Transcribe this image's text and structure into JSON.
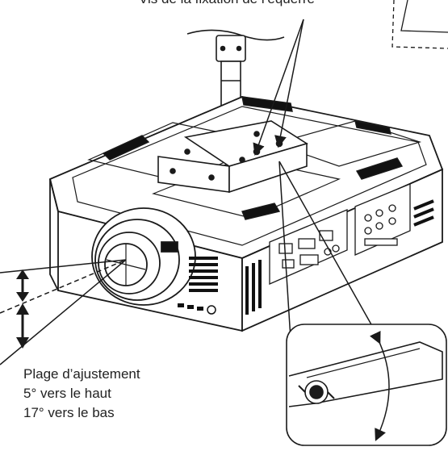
{
  "labels": {
    "top_caption": "Vis de la fixation de l’équerre",
    "range_title": "Plage d’ajustement",
    "range_up": "5° vers le haut",
    "range_down": "17° vers le bas"
  },
  "colors": {
    "stroke": "#1a1a1a",
    "fill": "#ffffff",
    "grill": "#111111",
    "text": "#222222"
  },
  "icons": {
    "up_arrow": "double-headed-arrow-icon",
    "down_arrow": "double-headed-arrow-icon"
  }
}
